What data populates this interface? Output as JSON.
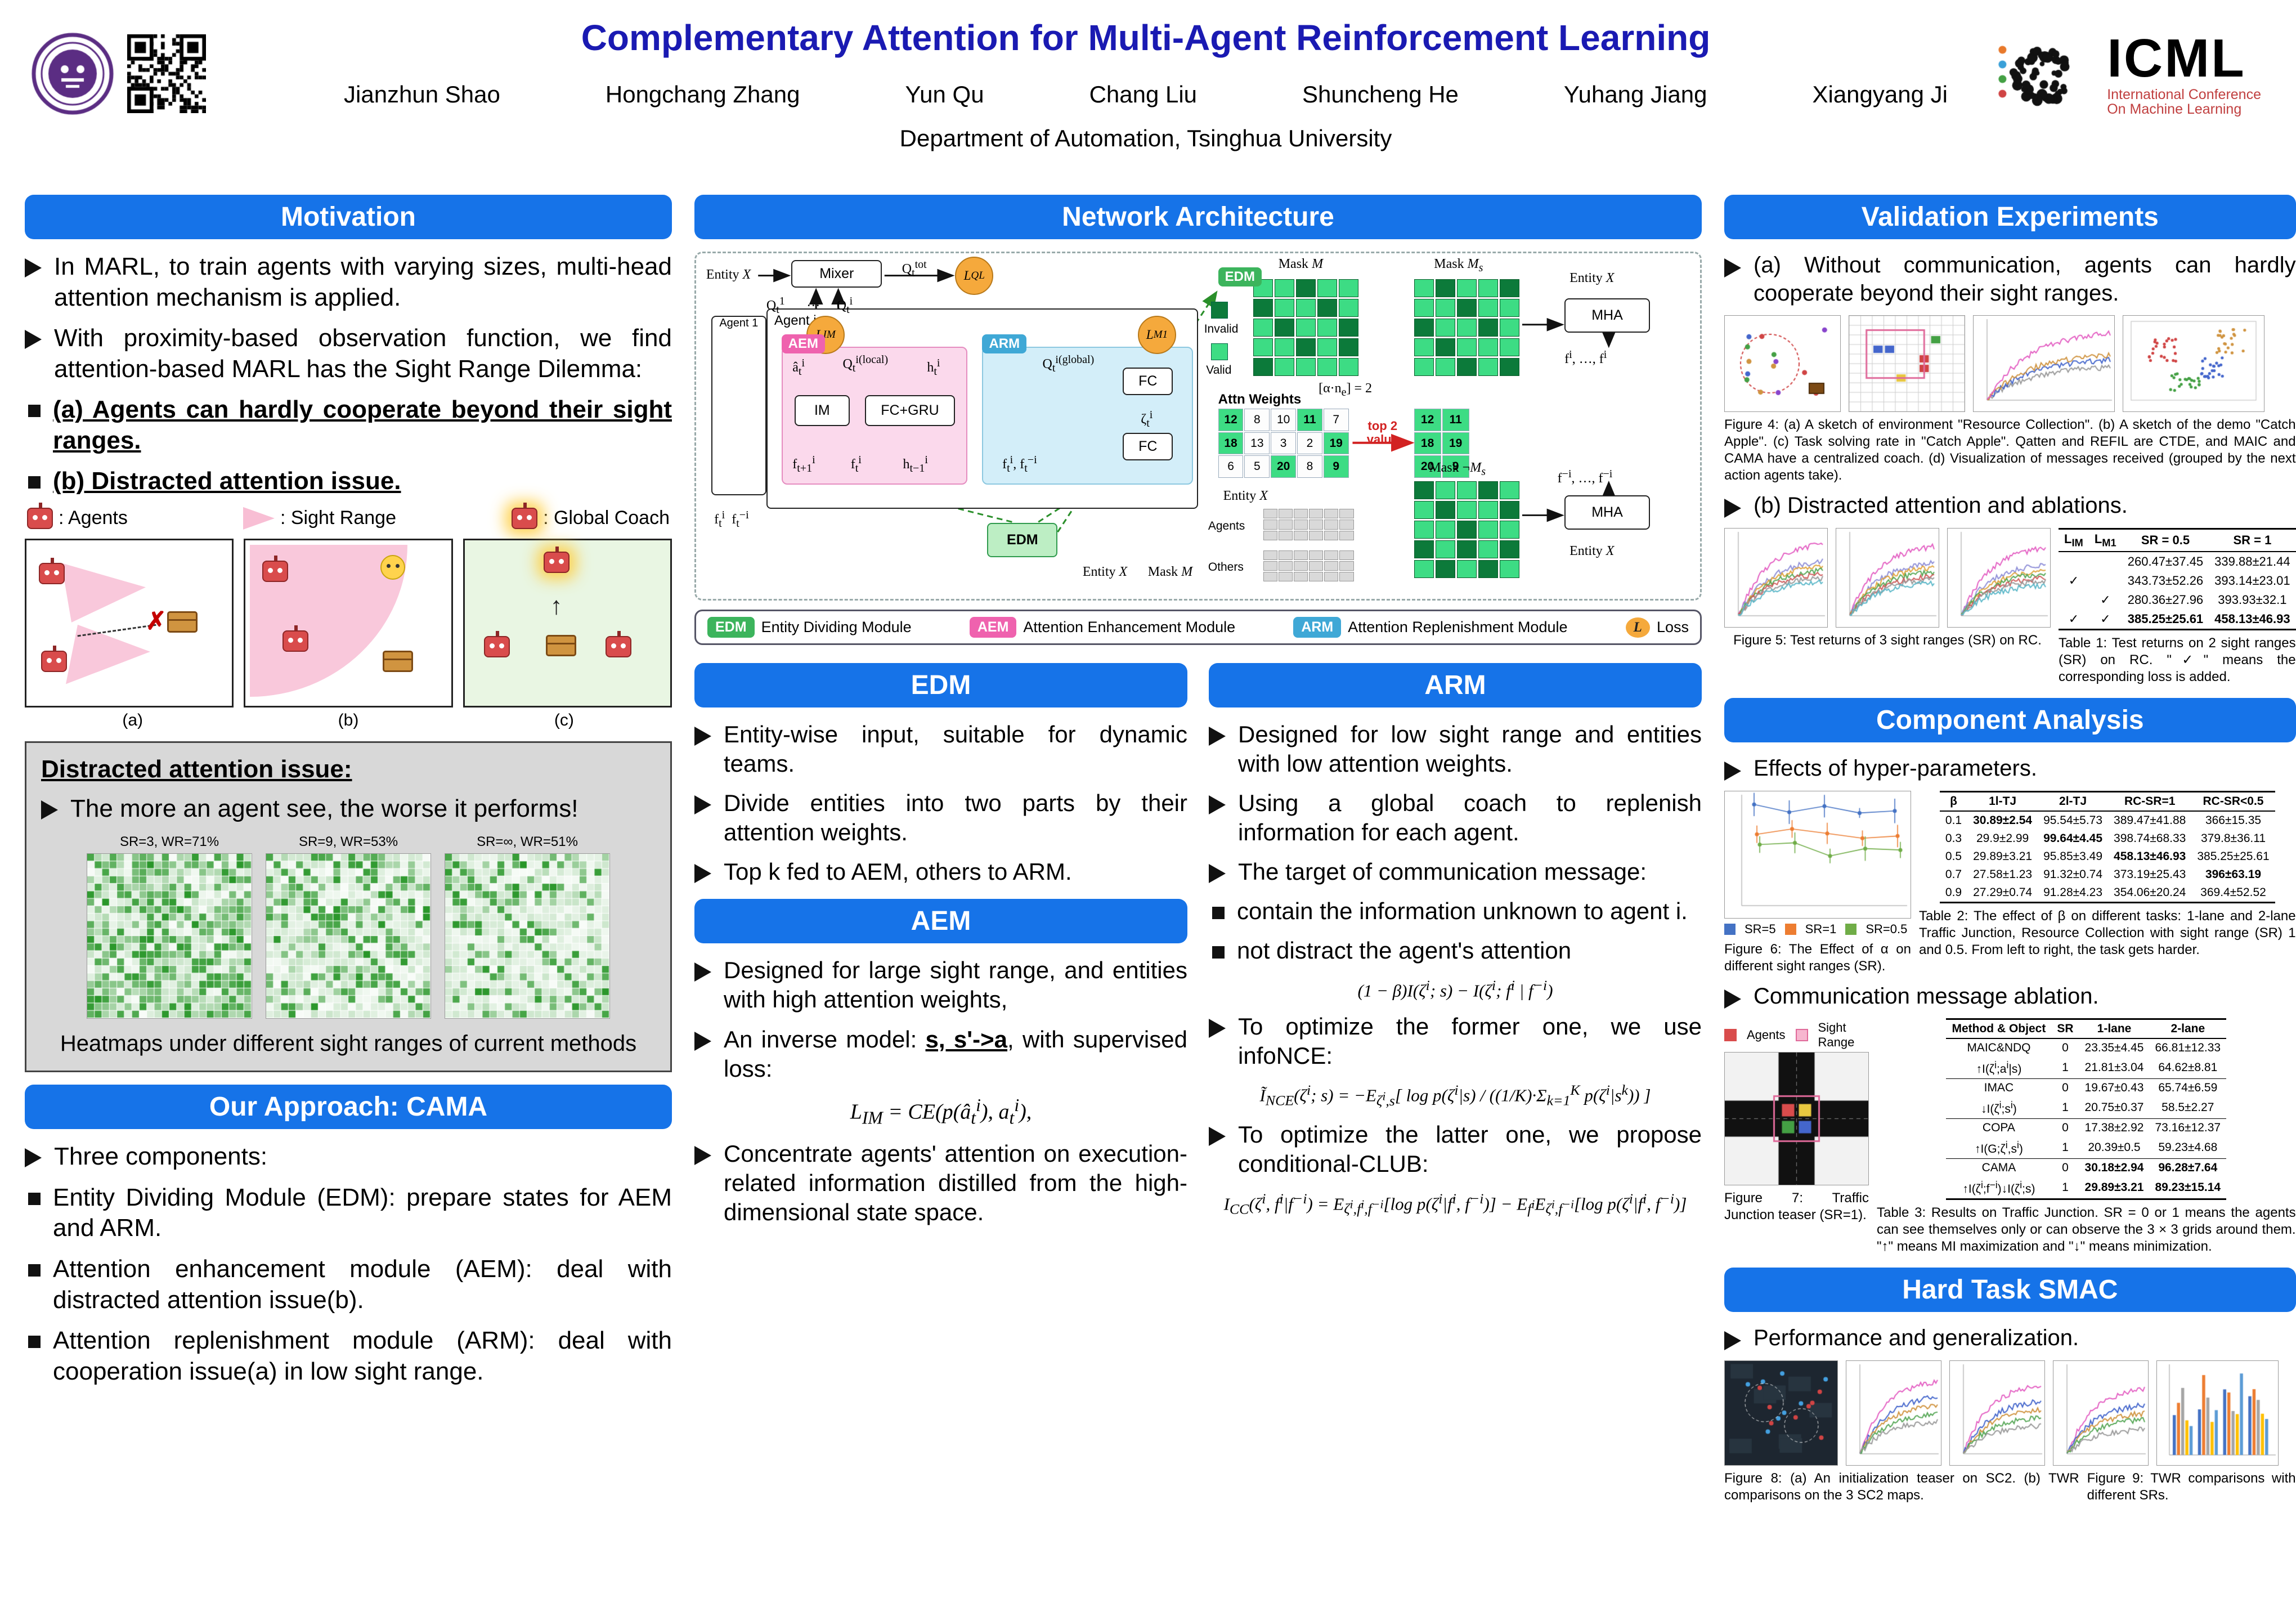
{
  "colors": {
    "accent_blue": "#1673e8",
    "title_blue": "#1a1ab2",
    "aem_pink": "#ef62ae",
    "arm_blue": "#3fa8d6",
    "edm_green": "#3cb45c",
    "loss_orange": "#f5a93c",
    "mask_bright": "#3ddc84",
    "mask_dark": "#0c7a3a"
  },
  "header": {
    "title": "Complementary Attention for Multi-Agent Reinforcement Learning",
    "authors": [
      "Jianzhun Shao",
      "Hongchang Zhang",
      "Yun Qu",
      "Chang Liu",
      "Shuncheng He",
      "Yuhang Jiang",
      "Xiangyang Ji"
    ],
    "affiliation": "Department of Automation, Tsinghua University",
    "icml_name": "ICML",
    "icml_sub1": "International Conference",
    "icml_sub2": "On Machine Learning"
  },
  "motivation": {
    "header": "Motivation",
    "b1": "In MARL, to train agents with varying sizes, multi-head attention mechanism is applied.",
    "b2": "With proximity-based observation function, we find attention-based MARL has the Sight Range Dilemma:",
    "b3": "(a) Agents can hardly cooperate beyond their sight ranges.",
    "b4": "(b) Distracted attention issue.",
    "legend_agents": ": Agents",
    "legend_sight": ": Sight Range",
    "legend_coach": ": Global Coach",
    "panel_a": "(a)",
    "panel_b": "(b)",
    "panel_c": "(c)"
  },
  "distracted": {
    "title": "Distracted attention issue:",
    "b1": "The more an agent see, the worse it performs!",
    "hm": [
      "SR=3, WR=71%",
      "SR=9, WR=53%",
      "SR=∞, WR=51%"
    ],
    "caption": "Heatmaps under different sight ranges of current methods"
  },
  "approach": {
    "header": "Our Approach: CAMA",
    "b1": "Three components:",
    "b2": "Entity Dividing Module (EDM): prepare states for AEM and ARM.",
    "b3": "Attention enhancement module (AEM): deal with distracted attention issue(b).",
    "b4": "Attention replenishment module (ARM): deal with cooperation issue(a) in low sight range."
  },
  "arch": {
    "header": "Network Architecture",
    "entity_x": "Entity <i>X</i>",
    "mixer": "Mixer",
    "q1": "Q<sub>t</sub><sup>1</sup>",
    "dots": "…",
    "qi": "Q<sub>t</sub><sup>i</sup>",
    "qtot": "Q<sub>t</sub><sup>tot</sup>",
    "l_ql": "L<sub>QL</sub>",
    "agent1": "Agent 1",
    "agenti": "Agent i",
    "l_im": "L<sub>IM</sub>",
    "l_m1": "L<sub>M1</sub>",
    "aem": "AEM",
    "arm": "ARM",
    "edm": "EDM",
    "ahat": "â<sub>t</sub><sup>i</sup>",
    "q_local": "Q<sub>t</sub><sup>i(local)</sup>",
    "h_t": "h<sub>t</sub><sup>i</sup>",
    "q_global": "Q<sub>t</sub><sup>i(global)</sup>",
    "im": "IM",
    "fcgru": "FC+GRU",
    "fc": "FC",
    "zeta": "ζ<sub>t</sub><sup>i</sup>",
    "f_next": "f<sub>t+1</sub><sup>i</sup>",
    "f_t": "f<sub>t</sub><sup>i</sup>",
    "h_prev": "h<sub>t−1</sub><sup>i</sup>",
    "f_pair": "f<sub>t</sub><sup>i</sup>, f<sub>t</sub><sup>−i</sup>",
    "f_in": "f<sub>t</sub><sup>i</sup>&nbsp;&nbsp;f<sub>t</sub><sup>−i</sup>",
    "mask_m": "Mask <i>M</i>",
    "mask_ms": "Mask <i>M<sub>s</sub></i>",
    "mask_nms": "Mask ¬<i>M<sub>s</sub></i>",
    "invalid": "Invalid",
    "valid": "Valid",
    "attn": "Attn Weights",
    "alpha": "[α·n<sub>e</sub>] = 2",
    "top2": "top 2<br>value",
    "mha": "MHA",
    "f_i_out": "f<sup>i</sup>, …, f<sup>i</sup>",
    "f_ni_out": "f<sup>−i</sup>, …, f<sup>−i</sup>",
    "agents": "Agents",
    "others": "Others",
    "g1": {
      "type": "mask",
      "rows": [
        "11011",
        "01101",
        "10110",
        "11010",
        "01111"
      ]
    },
    "g2": {
      "type": "mask",
      "rows": [
        "10110",
        "11011",
        "01101",
        "10111",
        "11010"
      ]
    },
    "g4": {
      "type": "mask",
      "rows": [
        "01101",
        "10110",
        "11011",
        "01010",
        "10101"
      ]
    },
    "gagents": {
      "type": "plain",
      "rows": [
        "......",
        "......",
        "......"
      ]
    },
    "gothers": {
      "type": "plain",
      "rows": [
        "......",
        "......",
        "......"
      ]
    },
    "attn_grid": {
      "type": "num",
      "rows": [
        [
          "12",
          "8",
          "10",
          "11",
          "7"
        ],
        [
          "18",
          "13",
          "3",
          "2",
          "19"
        ],
        [
          "6",
          "5",
          "20",
          "8",
          "9"
        ]
      ],
      "hi": [
        [
          1,
          0,
          0,
          1,
          0
        ],
        [
          1,
          0,
          0,
          0,
          1
        ],
        [
          0,
          0,
          1,
          0,
          1
        ]
      ]
    },
    "sel_grid": {
      "type": "num",
      "rows": [
        [
          "12",
          "11"
        ],
        [
          "18",
          "19"
        ],
        [
          "20",
          "9"
        ]
      ],
      "hi": [
        [
          1,
          1
        ],
        [
          1,
          1
        ],
        [
          1,
          1
        ]
      ]
    },
    "legend": [
      {
        "badge": "EDM",
        "label": "Entity Dividing Module"
      },
      {
        "badge": "AEM",
        "label": "Attention Enhancement Module"
      },
      {
        "badge": "ARM",
        "label": "Attention Replenishment Module"
      },
      {
        "badge": "L",
        "label": "Loss"
      }
    ]
  },
  "edm": {
    "header": "EDM",
    "b1": "Entity-wise input, suitable for dynamic teams.",
    "b2": "Divide entities into two parts by their attention weights.",
    "b3": "Top k fed to AEM, others to ARM."
  },
  "aem": {
    "header": "AEM",
    "b1": "Designed for large sight range, and entities with high attention weights,",
    "b2": "An inverse model: <span class=\"bu\">s, s'-&gt;a</span>, with supervised loss:",
    "formula": "L<sub>IM</sub> = CE(p(â<sub>t</sub><sup>i</sup>), a<sub>t</sub><sup>i</sup>),",
    "b3": "Concentrate agents' attention on execution-related information distilled from the high-dimensional state space."
  },
  "arm": {
    "header": "ARM",
    "b1": "Designed for low sight range and entities with low attention weights.",
    "b2": "Using a global coach to replenish information for each agent.",
    "b3": "The target of communication message:",
    "s1": "contain the information unknown to agent i.",
    "s2": "not distract the agent's attention",
    "f1": "(1 − β)I(ζ<sup>i</sup>; s) − I(ζ<sup>i</sup>; f<sup>i</sup> | f<sup>−i</sup>)",
    "b4": "To optimize the former one, we use infoNCE:",
    "f2": "Ĩ<sub>NCE</sub>(ζ<sup>i</sup>; s) = −E<sub>ζ<sup>i</sup>,s</sub>[ log p(ζ<sup>i</sup>|s) / ((1/K)·Σ<sub>k=1</sub><sup>K</sup> p(ζ<sup>i</sup>|s<sup>k</sup>)) ]",
    "b5": "To optimize the latter one, we propose conditional-CLUB:",
    "f3": "I<sub>CC</sub>(ζ<sup>i</sup>, f<sup>i</sup>|f<sup>−i</sup>) = E<sub>ζ<sup>i</sup>,f<sup>i</sup>,f<sup>−i</sup></sub>[log p(ζ<sup>i</sup>|f<sup>i</sup>, f<sup>−i</sup>)] − E<sub>f<sup>i</sup></sub>E<sub>ζ<sup>i</sup>,f<sup>−i</sup></sub>[log p(ζ<sup>i</sup>|f<sup>i</sup>, f<sup>−i</sup>)]"
  },
  "validation": {
    "header": "Validation Experiments",
    "b1": "(a) Without communication, agents can hardly cooperate beyond their sight ranges.",
    "fig4_caption": "Figure 4: (a) A sketch of environment \"Resource Collection\". (b) A sketch of the demo \"Catch Apple\". (c) Task solving rate in \"Catch Apple\". Qatten and REFIL are CTDE, and MAIC and CAMA have a centralized coach. (d) Visualization of messages received (grouped by the next action agents take).",
    "b2": "(b) Distracted attention and ablations.",
    "table1": {
      "headers": [
        "L<sub>IM</sub>",
        "L<sub>M1</sub>",
        "SR = 0.5",
        "SR = 1"
      ],
      "rows": [
        [
          "",
          "",
          "260.47±37.45",
          "339.88±21.44"
        ],
        [
          "✓",
          "",
          "343.73±52.26",
          "393.14±23.01"
        ],
        [
          "",
          "✓",
          "280.36±27.96",
          "393.93±32.1"
        ],
        [
          "✓",
          "✓",
          "*385.25±25.61*",
          "*458.13±46.93*"
        ]
      ]
    },
    "table1_caption": "Table 1: Test returns on 2 sight ranges (SR) on RC. \"✓\" means the corresponding loss is added.",
    "fig5_caption": "Figure 5: Test returns of 3 sight ranges (SR) on RC."
  },
  "component": {
    "header": "Component Analysis",
    "b1": "Effects of hyper-parameters.",
    "fig6_caption": "Figure 6: The Effect of α on different sight ranges (SR).",
    "fig6_legend": [
      "SR=5",
      "SR=1",
      "SR=0.5"
    ],
    "table2": {
      "headers": [
        "β",
        "1l-TJ",
        "2l-TJ",
        "RC-SR=1",
        "RC-SR<0.5"
      ],
      "rows": [
        [
          "0.1",
          "*30.89±2.54*",
          "95.54±5.73",
          "389.47±41.88",
          "366±15.35"
        ],
        [
          "0.3",
          "29.9±2.99",
          "*99.64±4.45*",
          "398.74±68.33",
          "379.8±36.11"
        ],
        [
          "0.5",
          "29.89±3.21",
          "95.85±3.49",
          "*458.13±46.93*",
          "385.25±25.61"
        ],
        [
          "0.7",
          "27.58±1.23",
          "91.32±0.74",
          "373.19±25.43",
          "*396±63.19*"
        ],
        [
          "0.9",
          "27.29±0.74",
          "91.28±4.23",
          "354.06±20.24",
          "369.4±52.52"
        ]
      ]
    },
    "table2_caption": "Table 2: The effect of β on different tasks: 1-lane and 2-lane Traffic Junction, Resource Collection with sight range (SR) 1 and 0.5. From left to right, the task gets harder.",
    "b2": "Communication message ablation.",
    "fig7_caption": "Figure 7: Traffic Junction teaser (SR=1).",
    "fig7_legend": [
      "Agents",
      "Sight Range"
    ],
    "table3": {
      "headers": [
        "Method & Object",
        "SR",
        "1-lane",
        "2-lane"
      ],
      "rows": [
        [
          "MAIC&amp;NDQ",
          "0",
          "23.35±4.45",
          "66.81±12.33"
        ],
        [
          "↑I(ζ<sup>i</sup>;a<sup>i</sup>|s)",
          "1",
          "21.81±3.04",
          "64.62±8.81"
        ],
        [
          "IMAC",
          "0",
          "19.67±0.43",
          "65.74±6.59"
        ],
        [
          "↓I(ζ<sup>i</sup>;s<sup>i</sup>)",
          "1",
          "20.75±0.37",
          "58.5±2.27"
        ],
        [
          "COPA",
          "0",
          "17.38±2.92",
          "73.16±12.37"
        ],
        [
          "↑I(G;ζ<sup>i</sup>,s<sup>i</sup>)",
          "1",
          "20.39±0.5",
          "59.23±4.68"
        ],
        [
          "CAMA",
          "0",
          "*30.18±2.94*",
          "*96.28±7.64*"
        ],
        [
          "↑I(ζ<sup>i</sup>;f<sup>−i</sup>)↓I(ζ<sup>i</sup>;s)",
          "1",
          "*29.89±3.21*",
          "*89.23±15.14*"
        ]
      ],
      "hr": [
        1,
        3,
        5
      ]
    },
    "table3_caption": "Table 3: Results on Traffic Junction. SR = 0 or 1 means the agents can see themselves only or can observe the 3 × 3 grids around them. \"↑\" means MI maximization and \"↓\" means minimization."
  },
  "smac": {
    "header": "Hard Task SMAC",
    "b1": "Performance and generalization.",
    "fig8_caption": "Figure 8: (a) An initialization teaser on SC2. (b) TWR comparisons on the 3 SC2 maps.",
    "fig9_caption": "Figure 9: TWR comparisons with different SRs."
  }
}
